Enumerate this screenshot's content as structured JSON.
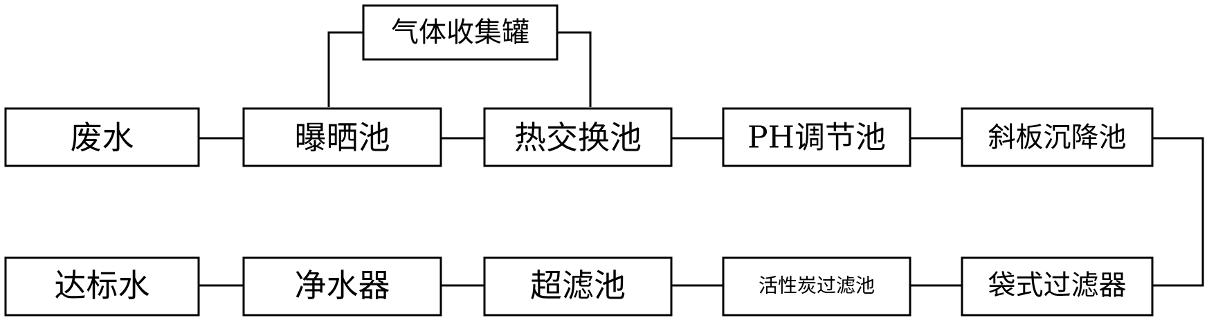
{
  "boxes": {
    "wastewater": "废水",
    "sun_pool": "曝晒池",
    "heat_exchange": "热交换池",
    "ph_adjust": "PH调节池",
    "inclined_settle": "斜板沉降池",
    "gas_tank": "气体收集罐",
    "bag_filter": "袋式过滤器",
    "carbon_filter": "活性炭过滤池",
    "ultrafilter": "超滤池",
    "purifier": "净水器",
    "compliant_water": "达标水"
  }
}
